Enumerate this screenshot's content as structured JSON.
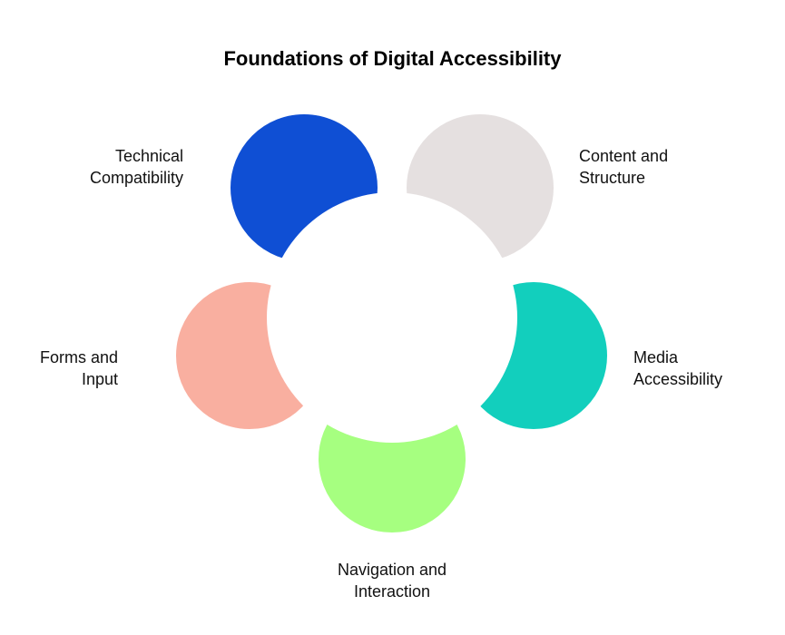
{
  "title": "Foundations of Digital Accessibility",
  "petals": [
    {
      "label_line1": "Technical",
      "label_line2": "Compatibility",
      "color": "#0f4fd4"
    },
    {
      "label_line1": "Content and",
      "label_line2": "Structure",
      "color": "#e5e0e0"
    },
    {
      "label_line1": "Media",
      "label_line2": "Accessibility",
      "color": "#12cfbd"
    },
    {
      "label_line1": "Navigation and",
      "label_line2": "Interaction",
      "color": "#a6ff80"
    },
    {
      "label_line1": "Forms and",
      "label_line2": "Input",
      "color": "#f9afa0"
    }
  ]
}
